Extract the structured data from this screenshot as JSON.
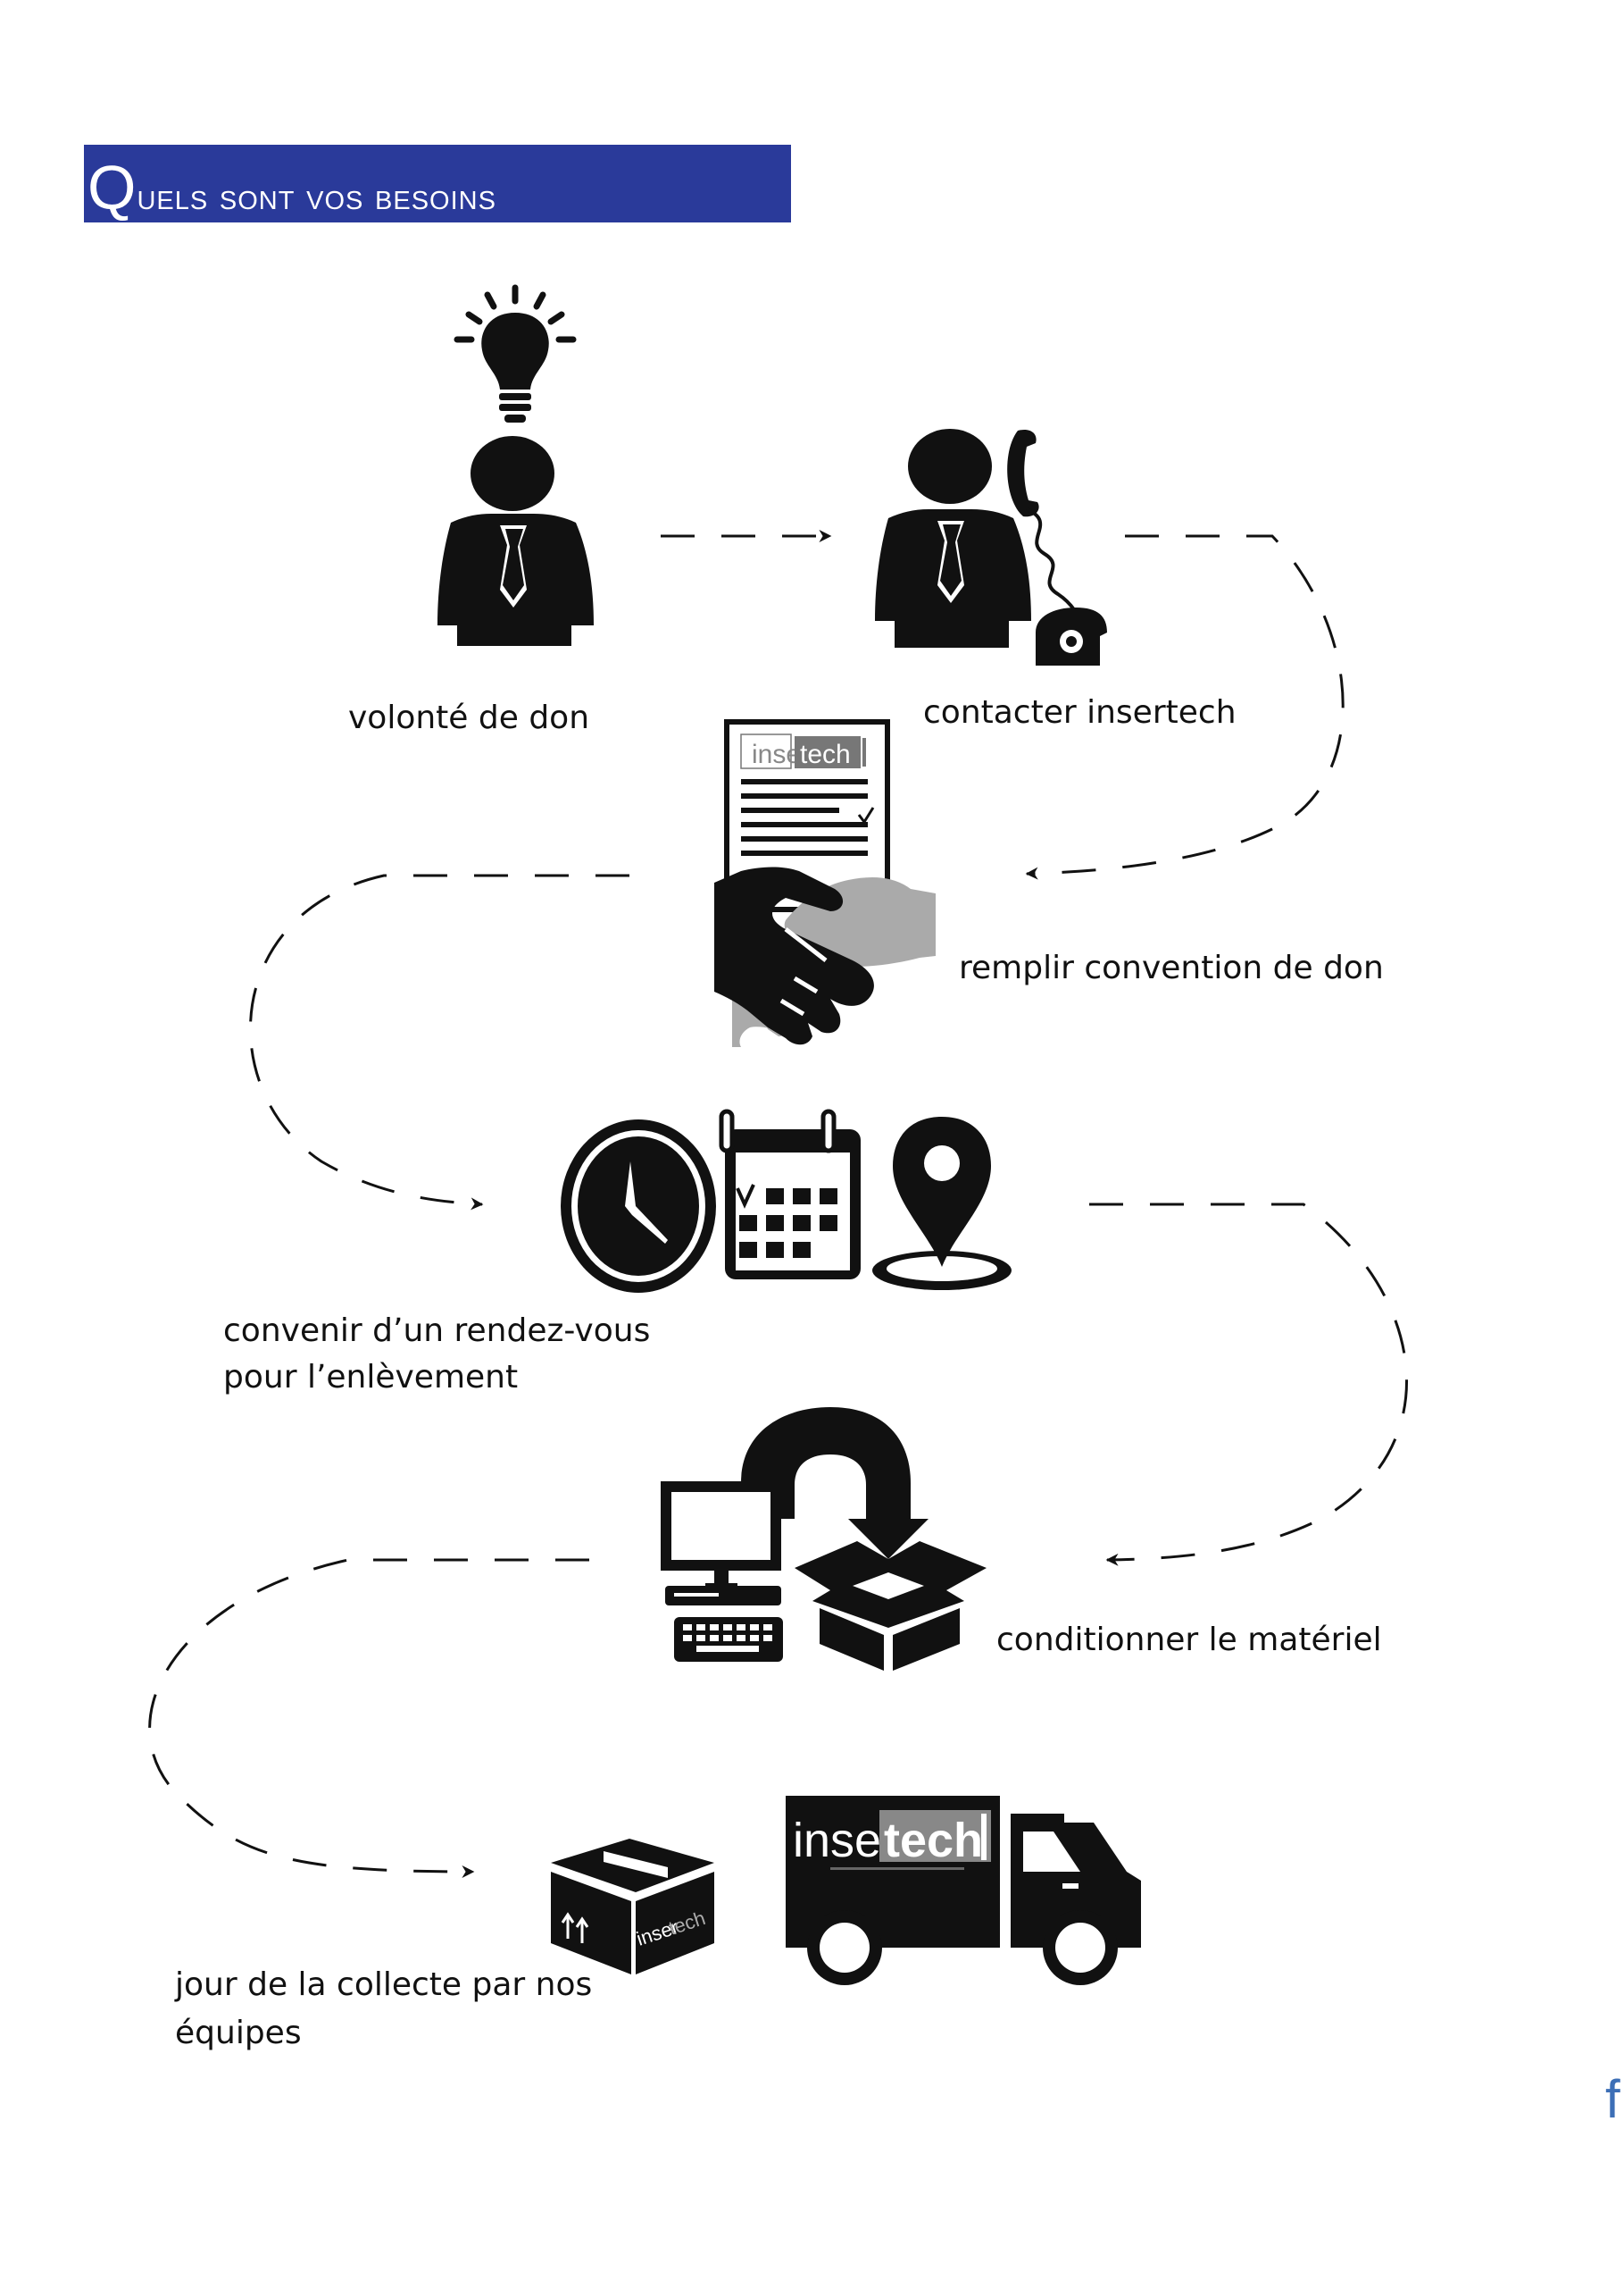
{
  "title": "Quels sont vos besoins",
  "brand": {
    "name_light": "inser",
    "name_bold": "tech",
    "title_color": "#2a3a9a",
    "corner_mark": "f"
  },
  "steps": [
    {
      "label": "volonté de don",
      "icon": "person-idea-icon"
    },
    {
      "label": "contacter insertech",
      "icon": "person-phone-icon"
    },
    {
      "label": "remplir convention de don",
      "icon": "contract-handshake-icon"
    },
    {
      "label_line1": "convenir d’un rendez-vous",
      "label_line2": "pour l’enlèvement",
      "icon": "clock-calendar-pin-icon"
    },
    {
      "label": "conditionner le matériel",
      "icon": "computer-box-icon"
    },
    {
      "label_line1": "jour de la collecte par nos",
      "label_line2": "équipes",
      "icon": "box-truck-icon"
    }
  ]
}
